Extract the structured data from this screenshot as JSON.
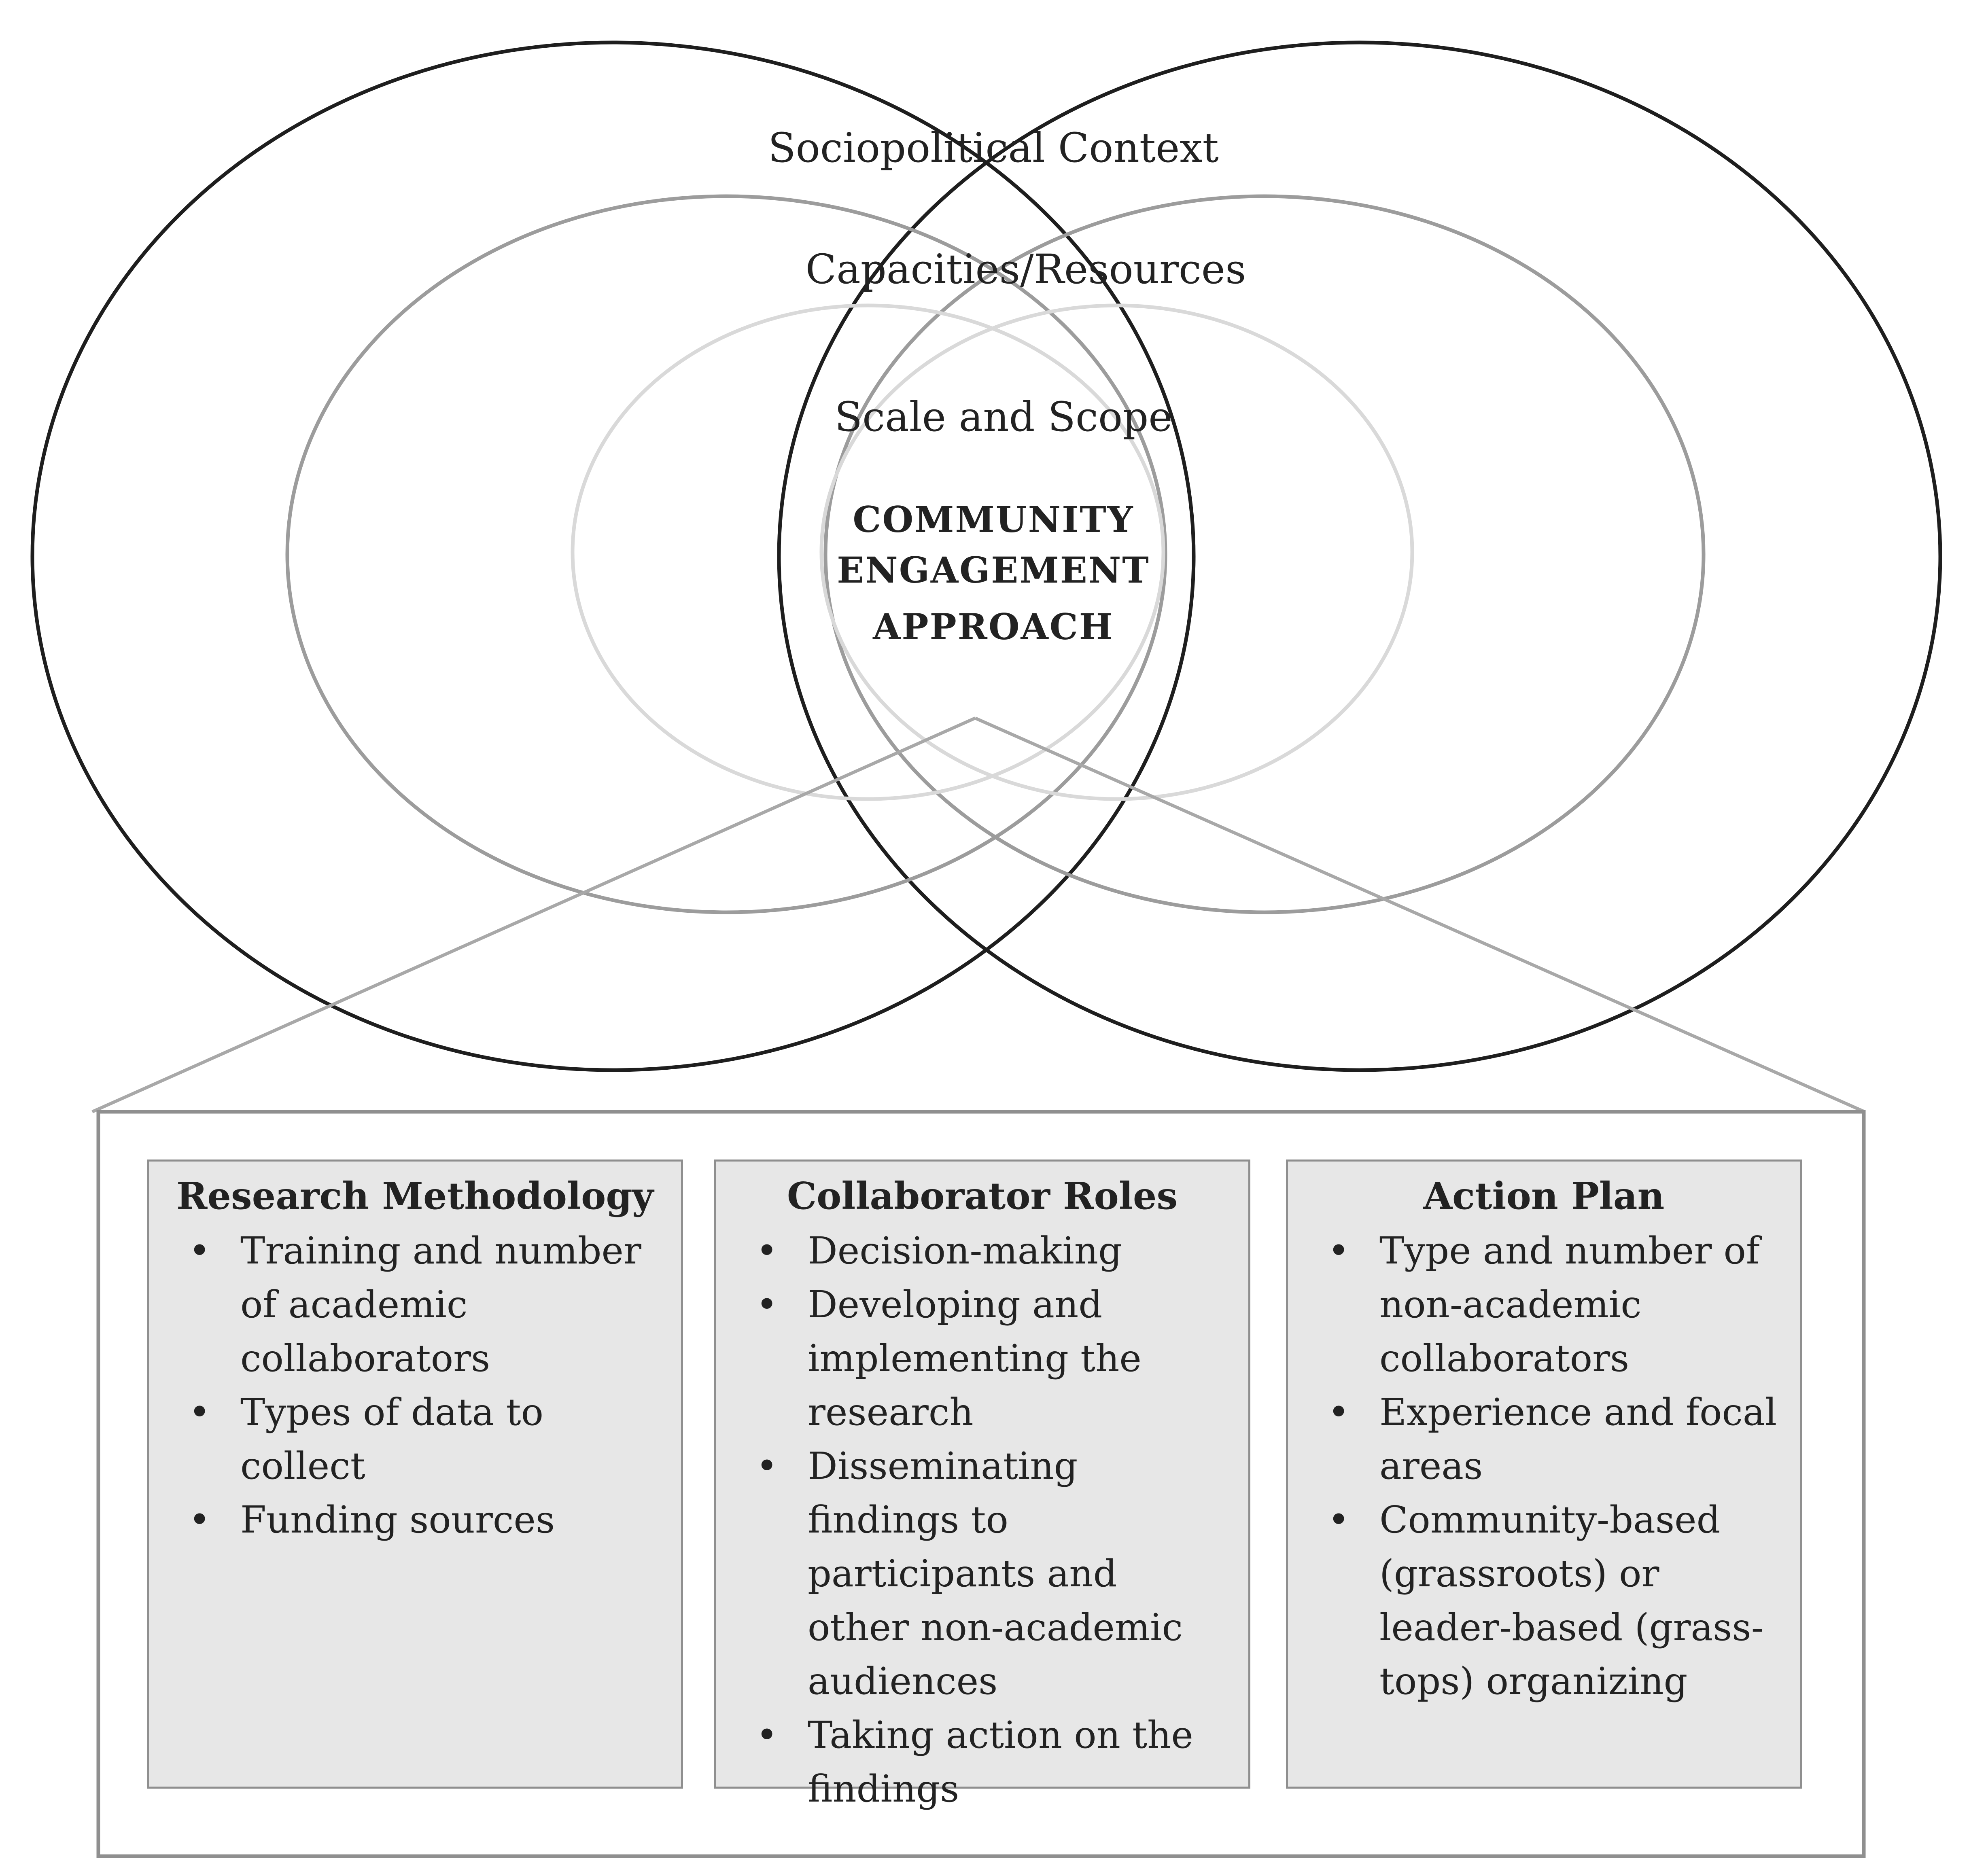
{
  "diagram": {
    "rings": {
      "outer": "Sociopolitical Context",
      "middle": "Capacities/Resources",
      "inner": "Scale and Scope"
    },
    "core": [
      "COMMUNITY",
      "ENGAGEMENT",
      "APPROACH"
    ]
  },
  "panels": [
    {
      "title": "Research Methodology",
      "items": [
        [
          "Training and number",
          "of academic",
          "collaborators"
        ],
        [
          "Types of data to",
          "collect"
        ],
        [
          "Funding sources"
        ]
      ]
    },
    {
      "title": "Collaborator Roles",
      "items": [
        [
          "Decision-making"
        ],
        [
          "Developing and",
          "implementing the",
          "research"
        ],
        [
          "Disseminating",
          "findings to",
          "participants and",
          "other non-academic",
          "audiences"
        ],
        [
          "Taking action on the",
          "findings"
        ]
      ]
    },
    {
      "title": "Action Plan",
      "items": [
        [
          "Type and number of",
          "non-academic",
          "collaborators"
        ],
        [
          "Experience and focal",
          "areas"
        ],
        [
          "Community-based",
          "(grassroots) or",
          "leader-based (grass-",
          "tops) organizing"
        ]
      ]
    }
  ],
  "colors": {
    "outer_ring": "#1e1e1e",
    "middle_ring": "#9c9c9c",
    "inner_ring": "#d9d9d9",
    "panel_fill": "#e7e7e7",
    "frame": "#8f8f8f"
  }
}
